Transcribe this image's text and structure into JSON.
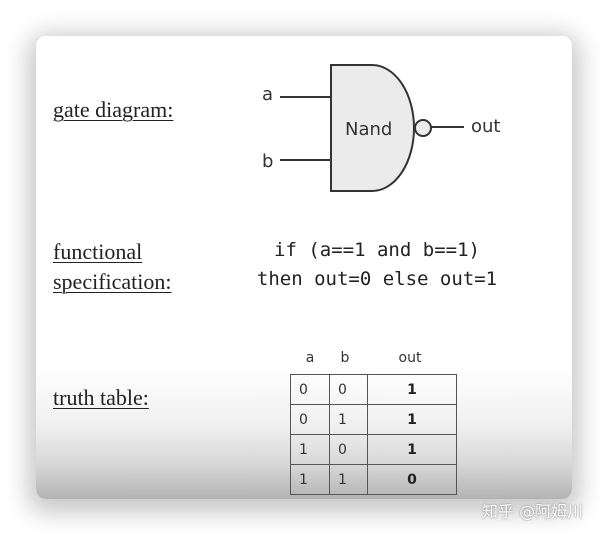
{
  "labels": {
    "gate_diagram": "gate diagram:",
    "functional_line1": "functional",
    "functional_line2": "specification:",
    "truth_table": "truth table:"
  },
  "gate": {
    "name": "Nand",
    "input_a": "a",
    "input_b": "b",
    "output": "out"
  },
  "spec": {
    "line1": "if (a==1 and b==1)",
    "line2": "then out=0 else out=1"
  },
  "truth_table": {
    "headers": [
      "a",
      "b",
      "out"
    ],
    "rows": [
      [
        "0",
        "0",
        "1"
      ],
      [
        "0",
        "1",
        "1"
      ],
      [
        "1",
        "0",
        "1"
      ],
      [
        "1",
        "1",
        "0"
      ]
    ]
  },
  "watermark": "知乎 @阿姆川"
}
